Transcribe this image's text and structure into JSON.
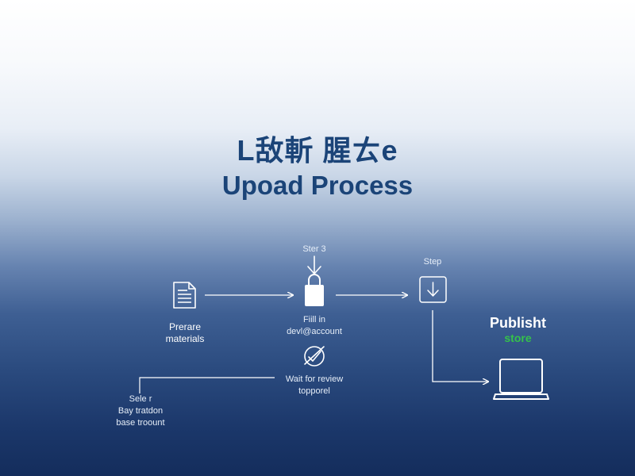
{
  "title": {
    "line1": "L敌斬 腥ㄊe",
    "line2": "Upoad Process"
  },
  "steps": {
    "prepare": {
      "line1": "Prerare",
      "line2": "materials"
    },
    "step3": {
      "label": "Ster 3"
    },
    "fill": {
      "line1": "Fiill in",
      "line2": "devl@account"
    },
    "step": {
      "label": "Step"
    },
    "review": {
      "line1": "Wait for review",
      "line2": "topporel"
    },
    "select": {
      "line1": "Sele r",
      "line2": "Bay tratdon",
      "line3": "base troount"
    },
    "publish": {
      "title": "Publisht",
      "store": "store"
    }
  },
  "colors": {
    "title": "#1b4478",
    "store_green": "#35c24a",
    "lines": "#ffffff"
  },
  "icons": [
    "document-icon",
    "down-arrow-icon",
    "lock-icon",
    "download-icon",
    "review-badge-icon",
    "laptop-icon"
  ]
}
